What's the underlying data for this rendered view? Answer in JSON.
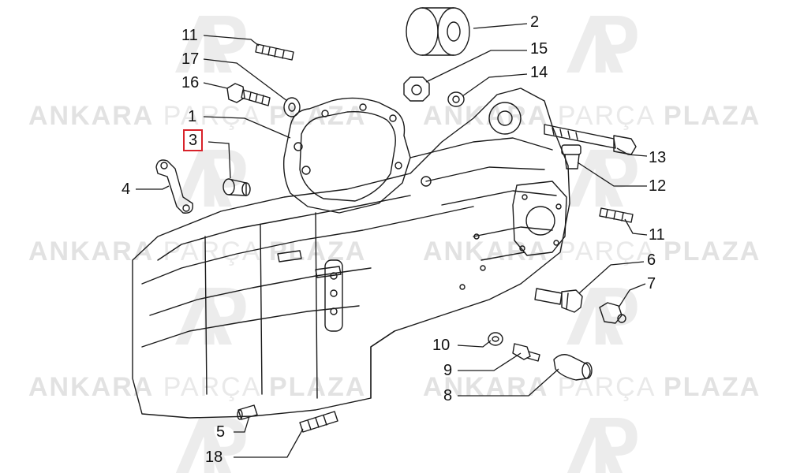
{
  "watermark": {
    "word1": "ANKARA",
    "word2": "PARÇA",
    "word3": "PLAZA",
    "logo_letters": "AP",
    "color": "#e2e2e2"
  },
  "callouts": [
    {
      "id": "c11a",
      "label": "11"
    },
    {
      "id": "c17",
      "label": "17"
    },
    {
      "id": "c16",
      "label": "16"
    },
    {
      "id": "c1",
      "label": "1"
    },
    {
      "id": "c3",
      "label": "3",
      "highlighted": true
    },
    {
      "id": "c4",
      "label": "4"
    },
    {
      "id": "c2",
      "label": "2"
    },
    {
      "id": "c15",
      "label": "15"
    },
    {
      "id": "c14",
      "label": "14"
    },
    {
      "id": "c13",
      "label": "13"
    },
    {
      "id": "c12",
      "label": "12"
    },
    {
      "id": "c11b",
      "label": "11"
    },
    {
      "id": "c6",
      "label": "6"
    },
    {
      "id": "c7",
      "label": "7"
    },
    {
      "id": "c10",
      "label": "10"
    },
    {
      "id": "c9",
      "label": "9"
    },
    {
      "id": "c8",
      "label": "8"
    },
    {
      "id": "c5",
      "label": "5"
    },
    {
      "id": "c18",
      "label": "18"
    }
  ],
  "highlight_color": "#d8222a"
}
